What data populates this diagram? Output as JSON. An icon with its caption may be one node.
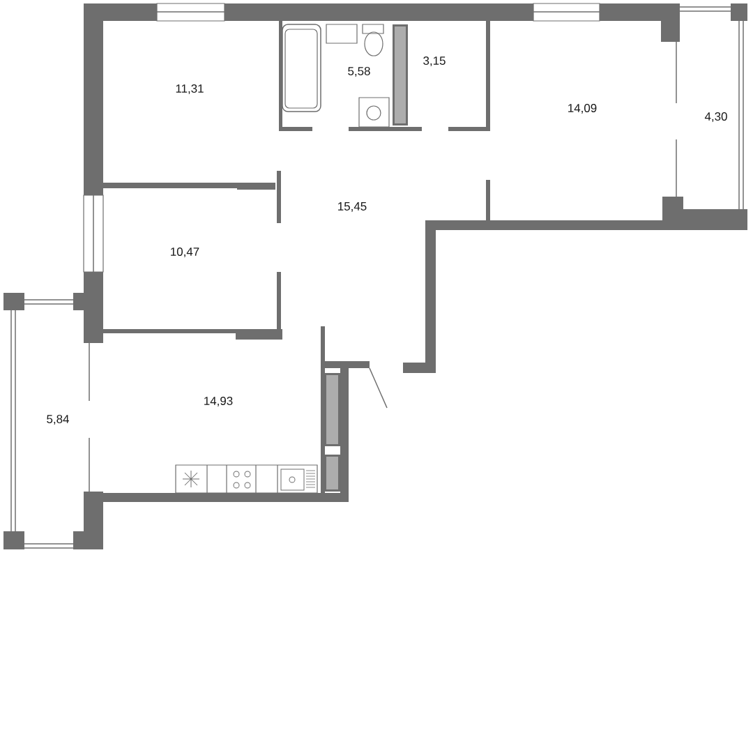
{
  "diagram": {
    "labels": [
      "11,31",
      "5,58",
      "3,15",
      "14,09",
      "4,30",
      "15,45",
      "10,47",
      "14,93",
      "5,84"
    ]
  }
}
